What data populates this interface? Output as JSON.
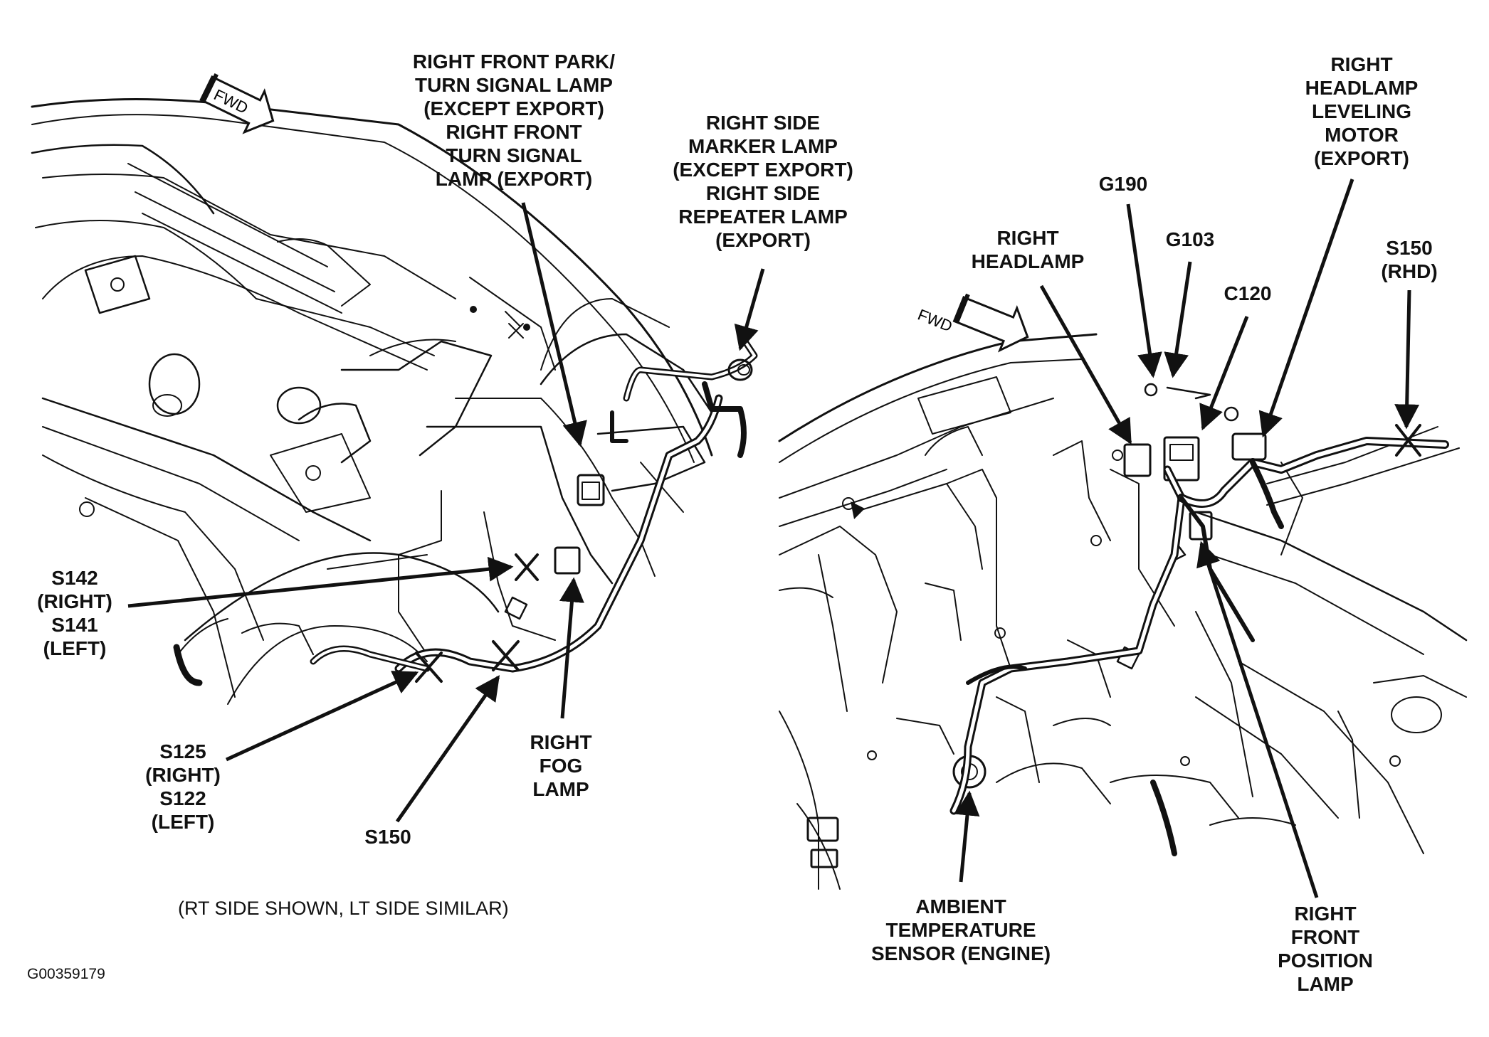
{
  "colors": {
    "ink": "#111111",
    "paper": "#ffffff"
  },
  "icons": {
    "forward_arrow": "forward-arrow-icon",
    "splice": "splice-x-icon"
  },
  "left_view": {
    "forward_label": "FWD",
    "labels": {
      "park_turn_lamp": [
        "RIGHT FRONT PARK/",
        "TURN SIGNAL LAMP",
        "(EXCEPT EXPORT)",
        "RIGHT FRONT",
        "TURN SIGNAL",
        "LAMP (EXPORT)"
      ],
      "side_marker_lamp": [
        "RIGHT SIDE",
        "MARKER LAMP",
        "(EXCEPT EXPORT)",
        "RIGHT SIDE",
        "REPEATER LAMP",
        "(EXPORT)"
      ],
      "s142": [
        "S142",
        "(RIGHT)",
        "S141",
        "(LEFT)"
      ],
      "s125": [
        "S125",
        "(RIGHT)",
        "S122",
        "(LEFT)"
      ],
      "s150": [
        "S150"
      ],
      "fog_lamp": [
        "RIGHT",
        "FOG",
        "LAMP"
      ]
    },
    "note": "(RT SIDE SHOWN, LT SIDE SIMILAR)"
  },
  "right_view": {
    "forward_label": "FWD",
    "labels": {
      "right_headlamp": [
        "RIGHT",
        "HEADLAMP"
      ],
      "g190": [
        "G190"
      ],
      "g103": [
        "G103"
      ],
      "c120": [
        "C120"
      ],
      "leveling_motor": [
        "RIGHT",
        "HEADLAMP",
        "LEVELING",
        "MOTOR",
        "(EXPORT)"
      ],
      "s150_rhd": [
        "S150",
        "(RHD)"
      ],
      "ambient_sensor": [
        "AMBIENT",
        "TEMPERATURE",
        "SENSOR (ENGINE)"
      ],
      "position_lamp": [
        "RIGHT",
        "FRONT",
        "POSITION",
        "LAMP"
      ]
    }
  },
  "figure_id": "G00359179"
}
